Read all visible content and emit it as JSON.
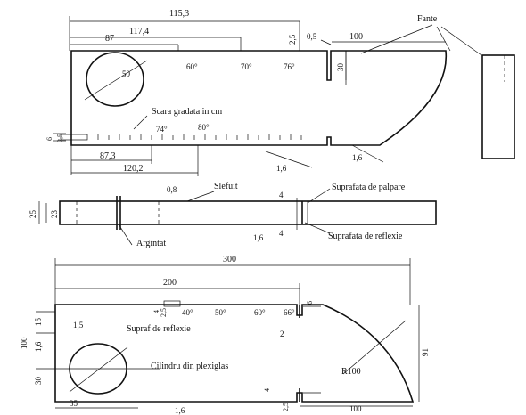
{
  "top_view": {
    "dimensions": [
      "115,3",
      "117,4",
      "87",
      "100",
      "0,5",
      "2,5",
      "30",
      "6",
      "2,5",
      "87,3",
      "120,2",
      "1,6",
      "1,6"
    ],
    "angle_marks": [
      "60°",
      "70°",
      "76°",
      "74°",
      "80°"
    ],
    "hole_dimension": "50",
    "scale_label": "Scara gradata in cm",
    "slots_label": "Fante"
  },
  "middle_view": {
    "dimensions": [
      "25",
      "23",
      "0,8",
      "4",
      "4",
      "1,6"
    ],
    "labels": {
      "polished": "Slefuit",
      "probe_surface": "Suprafata de palpare",
      "reflection_surface": "Suprafata de reflexie",
      "silvered": "Argintat"
    }
  },
  "bottom_view": {
    "dimensions": [
      "300",
      "200",
      "15",
      "1,5",
      "100",
      "1,6",
      "30",
      "35",
      "1,6",
      "4",
      "2,5",
      "4",
      "2,5",
      "2",
      "6",
      "91",
      "100"
    ],
    "angle_marks": [
      "40°",
      "50°",
      "60°",
      "66°"
    ],
    "labels": {
      "reflection_surface": "Supraf de reflexie",
      "cylinder": "Cilindru din plexiglas",
      "radius": "R100"
    }
  }
}
